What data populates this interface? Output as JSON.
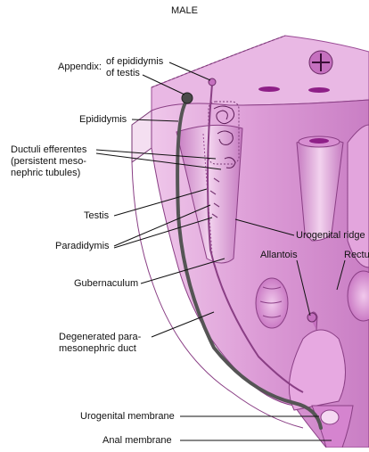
{
  "figure": {
    "title": "MALE",
    "labels": {
      "appendix": "Appendix:",
      "of_epididymis": "of epididymis",
      "of_testis": "of testis",
      "epididymis": "Epididymis",
      "ductuli_1": "Ductuli efferentes",
      "ductuli_2": "(persistent meso-",
      "ductuli_3": "nephric tubules)",
      "testis": "Testis",
      "paradidymis": "Paradidymis",
      "gubernaculum": "Gubernaculum",
      "degenerated_1": "Degenerated para-",
      "degenerated_2": "mesonephric duct",
      "urogenital_ridge": "Urogenital ridge",
      "allantois": "Allantois",
      "rectum": "Rectu",
      "urogenital_membrane": "Urogenital membrane",
      "anal_membrane": "Anal membrane"
    }
  },
  "colors": {
    "tissue_light": "#f3d6ef",
    "tissue_mid": "#d98fd3",
    "tissue_dark": "#b455b0",
    "lumen": "#8e1f87",
    "duct": "#555555",
    "ink": "#111111"
  }
}
